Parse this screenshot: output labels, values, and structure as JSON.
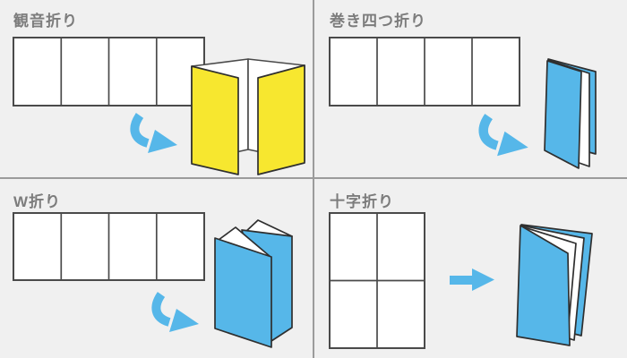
{
  "colors": {
    "background": "#f0f0f0",
    "divider": "#9b9b9b",
    "paper_white": "#ffffff",
    "inner_white": "#ffffff",
    "arrow_blue": "#56b7e9",
    "fold_blue": "#56b7e9",
    "fold_yellow": "#f7e72f"
  },
  "quadrants": [
    {
      "label": "観音折り",
      "flat_paper": "horizontal sheet divided into 4 panels",
      "arrow": "curved down-right",
      "result": "gate fold opening like doors, yellow outer panels"
    },
    {
      "label": "巻き四つ折り",
      "flat_paper": "horizontal sheet divided into 4 panels",
      "arrow": "curved down-right",
      "result": "rolled quarter-fold booklet, blue cover"
    },
    {
      "label": "W折り",
      "flat_paper": "horizontal sheet divided into 4 panels",
      "arrow": "curved down-right",
      "result": "W accordion zigzag fold, blue panels"
    },
    {
      "label": "十字折り",
      "flat_paper": "vertical sheet divided into 2x2 grid",
      "arrow": "straight right",
      "result": "cross fold booklet with fanned pages, blue cover"
    }
  ]
}
